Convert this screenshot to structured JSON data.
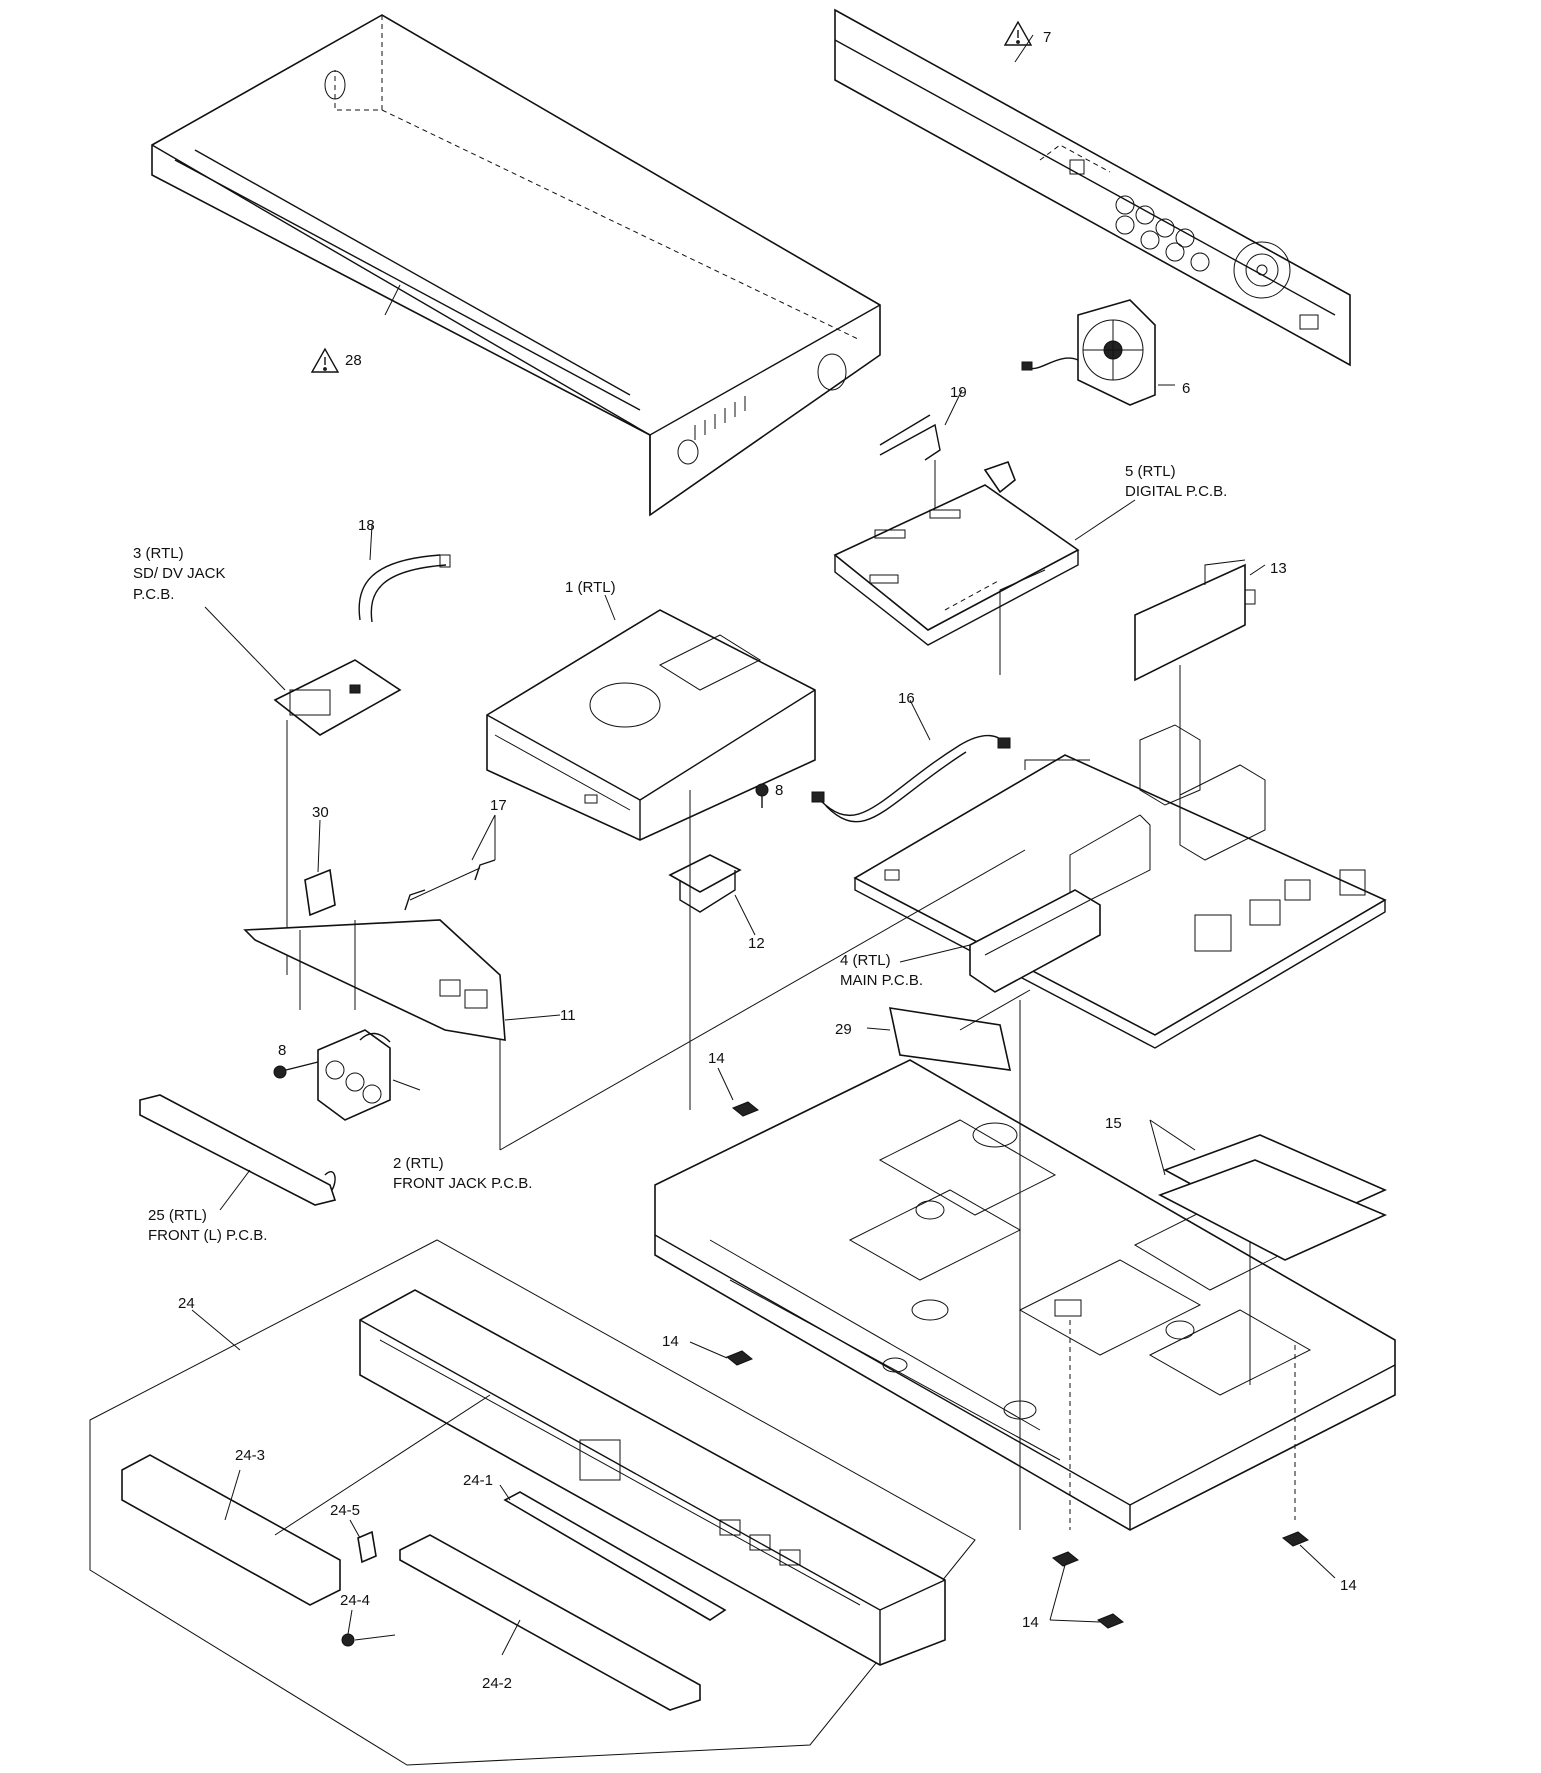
{
  "callouts": {
    "p1": "1 (RTL)",
    "p2a": "2 (RTL)",
    "p2b": "FRONT JACK P.C.B.",
    "p3a": "3 (RTL)",
    "p3b": "SD/ DV JACK",
    "p3c": "P.C.B.",
    "p4a": "4 (RTL)",
    "p4b": "MAIN P.C.B.",
    "p5a": "5 (RTL)",
    "p5b": "DIGITAL P.C.B.",
    "p6": "6",
    "p7": "7",
    "p8a": "8",
    "p8b": "8",
    "p11": "11",
    "p12": "12",
    "p13": "13",
    "p14a": "14",
    "p14b": "14",
    "p14c": "14",
    "p14d": "14",
    "p15": "15",
    "p16": "16",
    "p17": "17",
    "p18": "18",
    "p19": "19",
    "p24": "24",
    "p24_1": "24-1",
    "p24_2": "24-2",
    "p24_3": "24-3",
    "p24_4": "24-4",
    "p24_5": "24-5",
    "p25a": "25 (RTL)",
    "p25b": "FRONT (L) P.C.B.",
    "p28": "28",
    "p29": "29",
    "p30": "30"
  },
  "warning_symbol": "warning-triangle-icon"
}
